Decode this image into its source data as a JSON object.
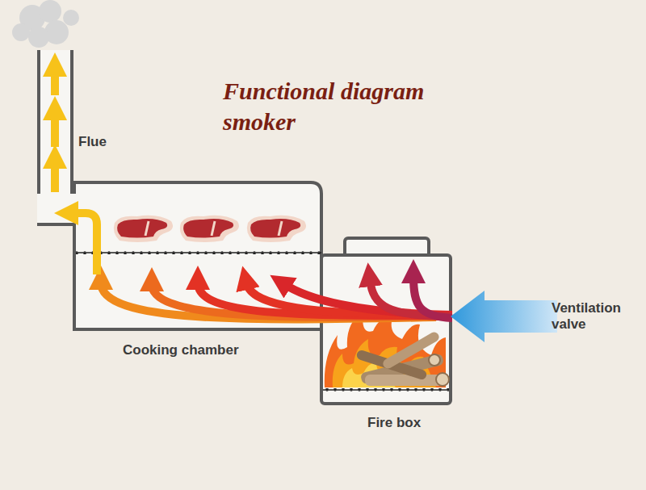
{
  "diagram": {
    "title": "Functional diagram smoker",
    "labels": [
      "Flue",
      "Cooking chamber",
      "Fire box",
      "Ventilation valve"
    ]
  }
}
